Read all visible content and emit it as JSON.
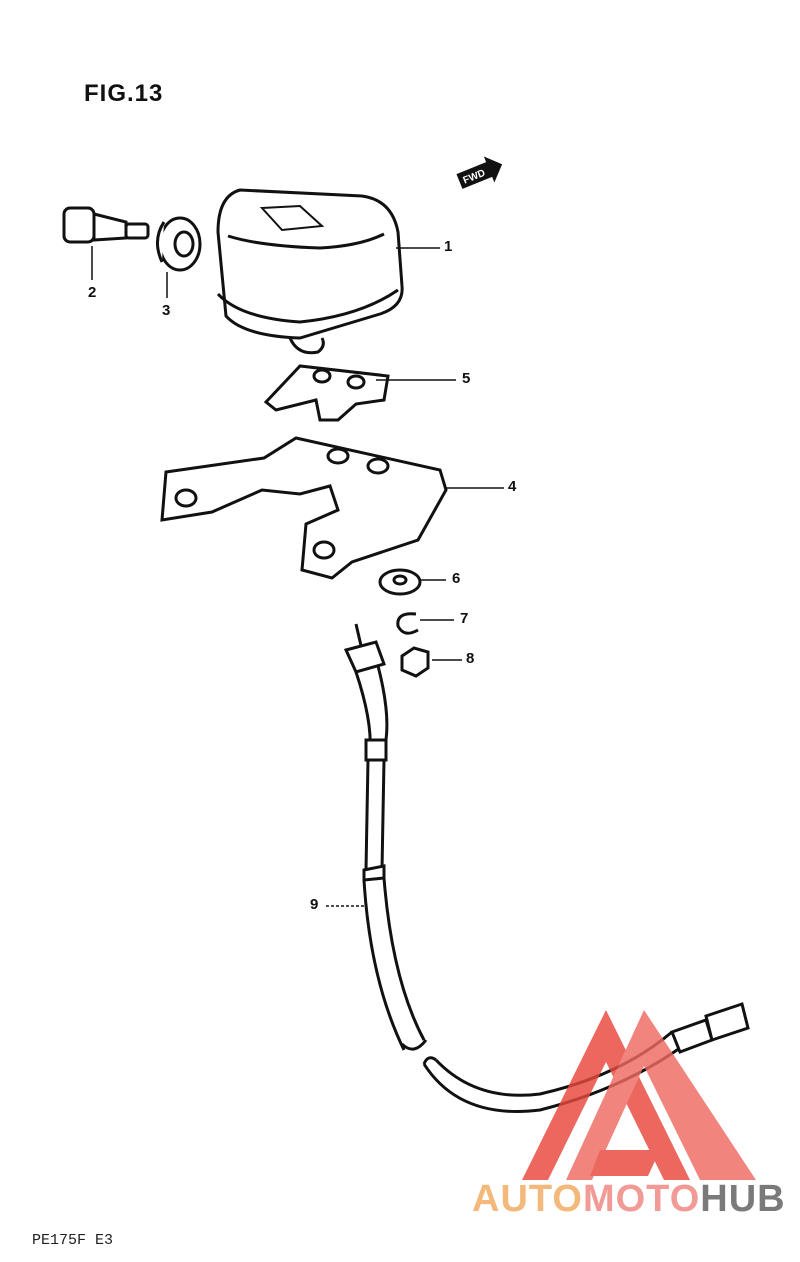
{
  "figure": {
    "title": "FIG.13"
  },
  "direction_marker": {
    "label": "FWD"
  },
  "callouts": [
    {
      "number": "1",
      "part": "box"
    },
    {
      "number": "2",
      "part": "fitting"
    },
    {
      "number": "3",
      "part": "grommet"
    },
    {
      "number": "4",
      "part": "bracket"
    },
    {
      "number": "5",
      "part": "plate"
    },
    {
      "number": "6",
      "part": "washer"
    },
    {
      "number": "7",
      "part": "lock-washer"
    },
    {
      "number": "8",
      "part": "nut"
    },
    {
      "number": "9",
      "part": "cable"
    }
  ],
  "footer": {
    "model_code": "PE175F E3"
  },
  "watermark": {
    "part1": "AUTO",
    "part2": "MOTO",
    "part3": "HUB",
    "colors": {
      "auto": "#f4b97a",
      "moto": "#f29a96",
      "hub": "#7a7a7a",
      "triangle": "#e8483c"
    }
  }
}
